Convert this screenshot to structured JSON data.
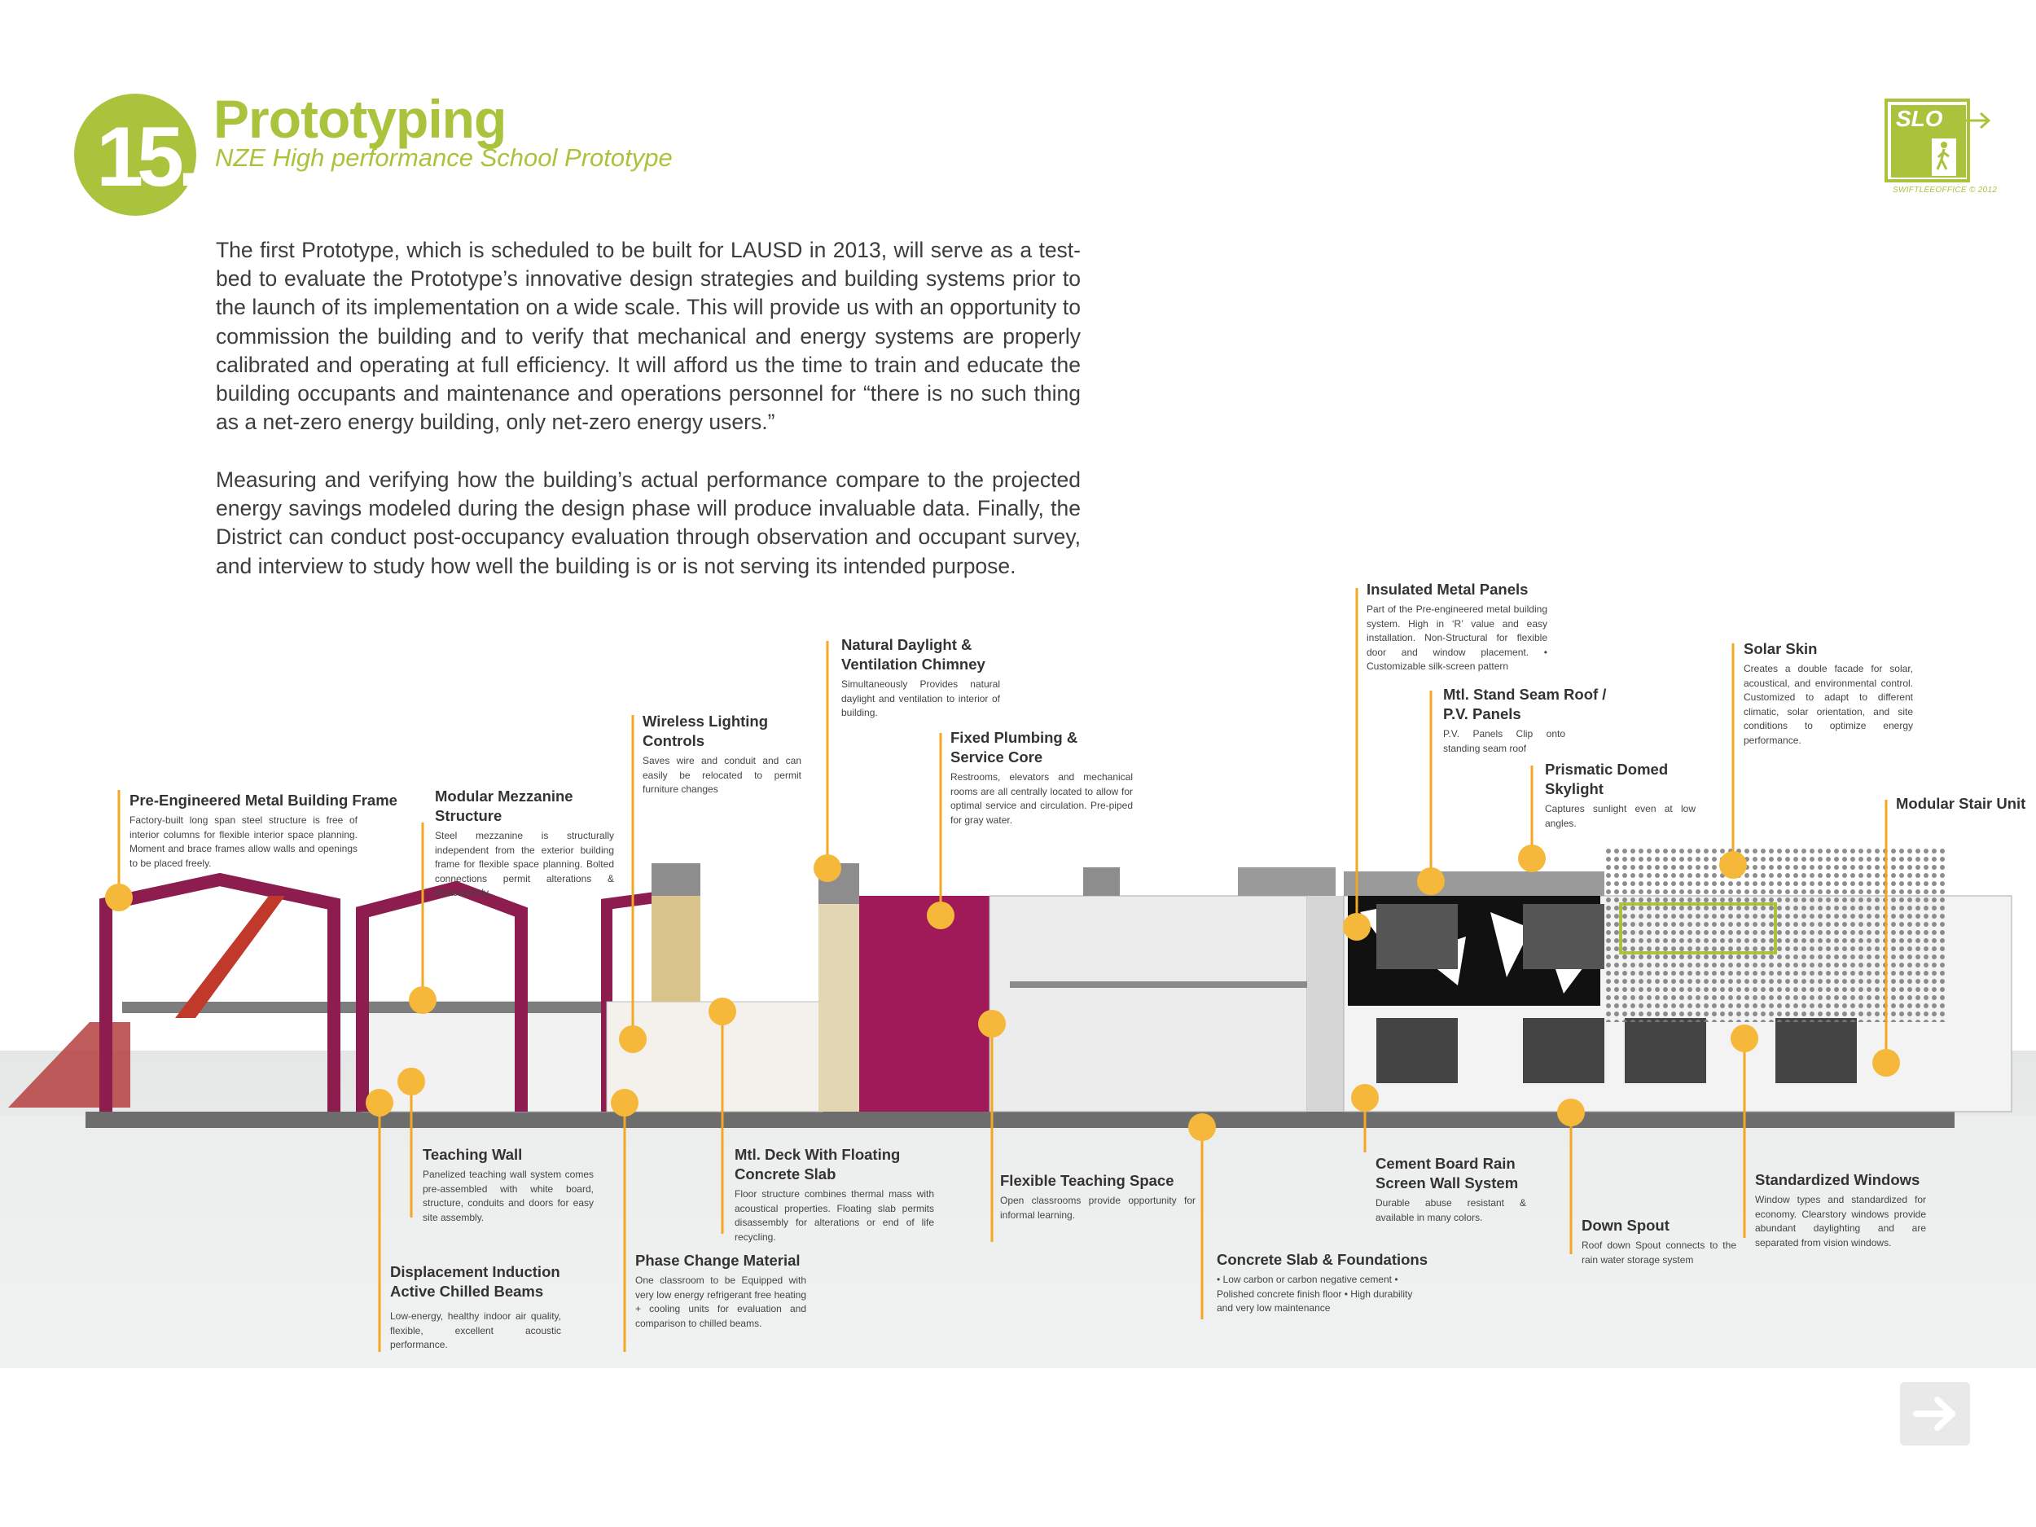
{
  "header": {
    "number": "15.",
    "title": "Prototyping",
    "subtitle": "NZE High performance School Prototype"
  },
  "logo": {
    "text": "SLO",
    "brand": "SWIFTLEEOFFICE © 2012"
  },
  "body": {
    "paragraph1": "The first Prototype, which is scheduled to be built for LAUSD in 2013, will serve as a test-bed to evaluate the Prototype’s innovative design strategies and building systems prior to the launch of its implementation on a wide scale. This will provide us with an opportunity to commission the building and to verify that mechanical and energy systems are properly calibrated and operating at full efficiency. It will afford us the time to train and educate the building occupants and maintenance and operations personnel for “there is no such thing as a net-zero energy building, only net-zero energy users.”",
    "paragraph2": "Measuring and verifying how the building’s actual performance compare to the projected energy savings modeled during the design phase will produce invaluable data. Finally, the District can conduct post-occupancy evaluation through observation and occupant survey, and interview to study how well the building is or is not serving its intended purpose."
  },
  "callouts": {
    "frame": {
      "title": "Pre-Engineered Metal Building Frame",
      "desc": "Factory-built long span steel structure is free of interior columns for flexible interior space planning. Moment and brace frames allow walls and openings to be placed freely."
    },
    "mezzanine": {
      "title": "Modular Mezzanine Structure",
      "desc": "Steel mezzanine is structurally independent from the exterior building frame for flexible space planning. Bolted connections permit alterations & disassembly."
    },
    "lighting": {
      "title": "Wireless Lighting Controls",
      "desc": "Saves wire and conduit and can easily be relocated to permit furniture changes"
    },
    "daylight": {
      "title": "Natural Daylight & Ventilation Chimney",
      "desc": "Simultaneously Provides natural daylight and ventilation to interior of building."
    },
    "plumbing": {
      "title": "Fixed Plumbing & Service Core",
      "desc": "Restrooms, elevators and mechanical rooms are all centrally located to allow for optimal service and circulation. Pre-piped for gray water."
    },
    "insulated": {
      "title": "Insulated Metal Panels",
      "desc": "Part of the Pre-engineered metal building system. High in ‘R’ value and easy installation. Non-Structural for flexible door and window placement. • Customizable silk-screen pattern"
    },
    "roof": {
      "title": "Mtl. Stand Seam Roof / P.V. Panels",
      "desc": "P.V. Panels Clip onto standing seam roof"
    },
    "skylight": {
      "title": "Prismatic Domed Skylight",
      "desc": "Captures sunlight even at low angles."
    },
    "solar": {
      "title": "Solar Skin",
      "desc": "Creates a double facade for solar, acoustical, and environmental control. Customized to adapt to different climatic, solar orientation, and site conditions to optimize energy performance."
    },
    "stair": {
      "title": "Modular Stair Unit"
    },
    "wall": {
      "title": "Teaching Wall",
      "desc": "Panelized teaching wall system comes pre-assembled with white board, structure, conduits and doors for easy site assembly."
    },
    "beams": {
      "title": "Displacement Induction Active Chilled Beams",
      "desc": "Low-energy, healthy indoor air quality, flexible, excellent acoustic performance."
    },
    "pcm": {
      "title": "Phase Change Material",
      "desc": "One classroom to be Equipped with very low energy refrigerant free heating + cooling units for evaluation and comparison to chilled beams."
    },
    "deck": {
      "title": "Mtl. Deck With Floating Concrete Slab",
      "desc": "Floor structure combines thermal mass with acoustical properties. Floating slab permits disassembly for alterations or end of life recycling."
    },
    "flexible": {
      "title": "Flexible Teaching Space",
      "desc": "Open classrooms provide opportunity for informal learning."
    },
    "slab": {
      "title": "Concrete Slab & Foundations",
      "desc": "• Low carbon or carbon negative cement • Polished concrete finish floor • High durability and very low maintenance"
    },
    "rainscreen": {
      "title": "Cement Board Rain Screen Wall System",
      "desc": "Durable abuse resistant & available in many colors."
    },
    "downspout": {
      "title": "Down Spout",
      "desc": "Roof down Spout connects to the rain water storage system"
    },
    "windows": {
      "title": "Standardized Windows",
      "desc": "Window types and standardized for economy. Clearstory windows provide abundant daylighting and are separated from vision windows."
    }
  },
  "colors": {
    "brand_green": "#a9c43c",
    "accent_orange": "#f5a623",
    "frame_magenta": "#8c1d4e"
  }
}
